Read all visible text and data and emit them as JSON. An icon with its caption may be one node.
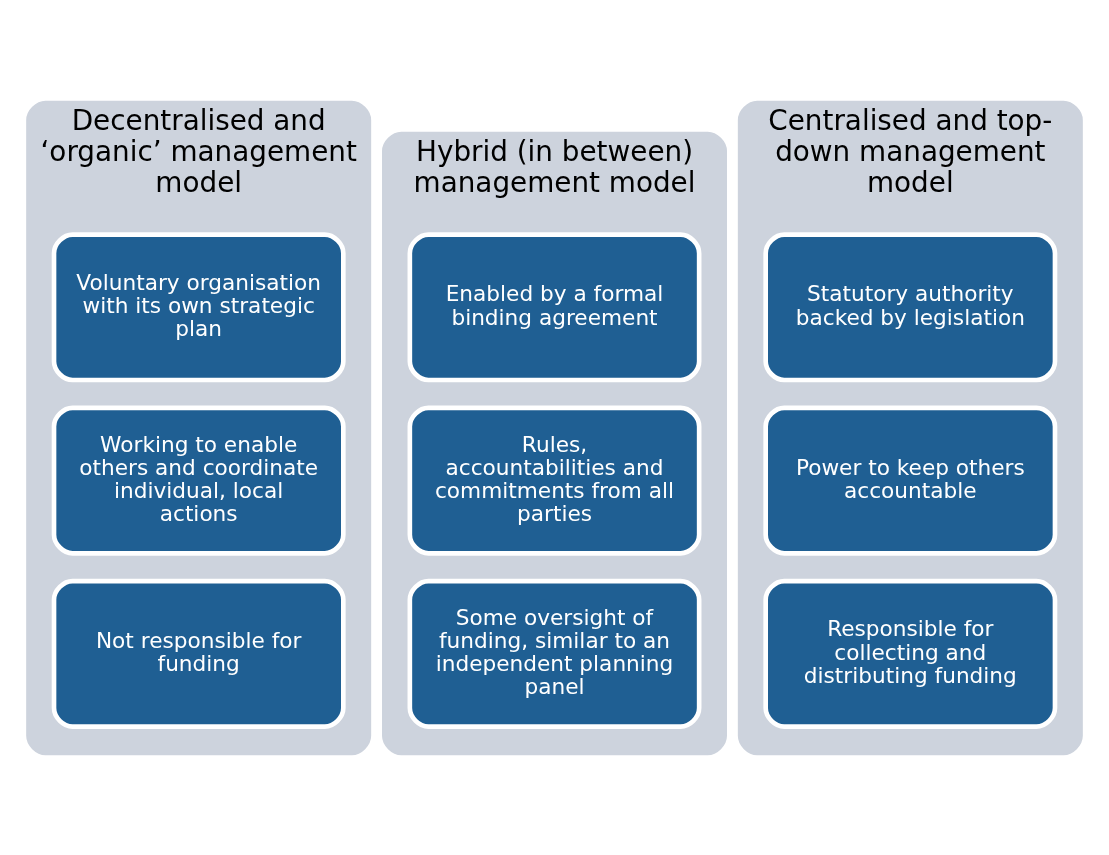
{
  "diagram": {
    "nodes": [
      {
        "text": [
          "Decentralised and ‘organic’ management model"
        ]
      },
      {
        "text": [
          "Voluntary organisation with its own strategic plan"
        ],
        "in": 0
      },
      {
        "text": [
          "Working to enable others and coordinate individual, local actions"
        ],
        "in": 0
      },
      {
        "text": [
          "Not responsible for funding"
        ],
        "in": 0
      },
      {
        "text": [
          "Hybrid (in between) management model"
        ]
      },
      {
        "text": [
          "Enabled by a formal binding agreement"
        ],
        "in": 4
      },
      {
        "text": [
          "Rules, accountabilities and commitments from all parties"
        ],
        "in": 4
      },
      {
        "text": [
          "Some oversight of funding, similar to an independent planning panel"
        ],
        "in": 4
      },
      {
        "text": [
          "Centralised and top-down management model"
        ]
      },
      {
        "text": [
          "Statutory authority backed by legislation"
        ],
        "in": 8
      },
      {
        "text": [
          "Power to keep others accountable"
        ],
        "in": 8
      },
      {
        "text": [
          "Responsible for collecting and distributing funding"
        ],
        "in": 8
      }
    ],
    "edges": []
  }
}
